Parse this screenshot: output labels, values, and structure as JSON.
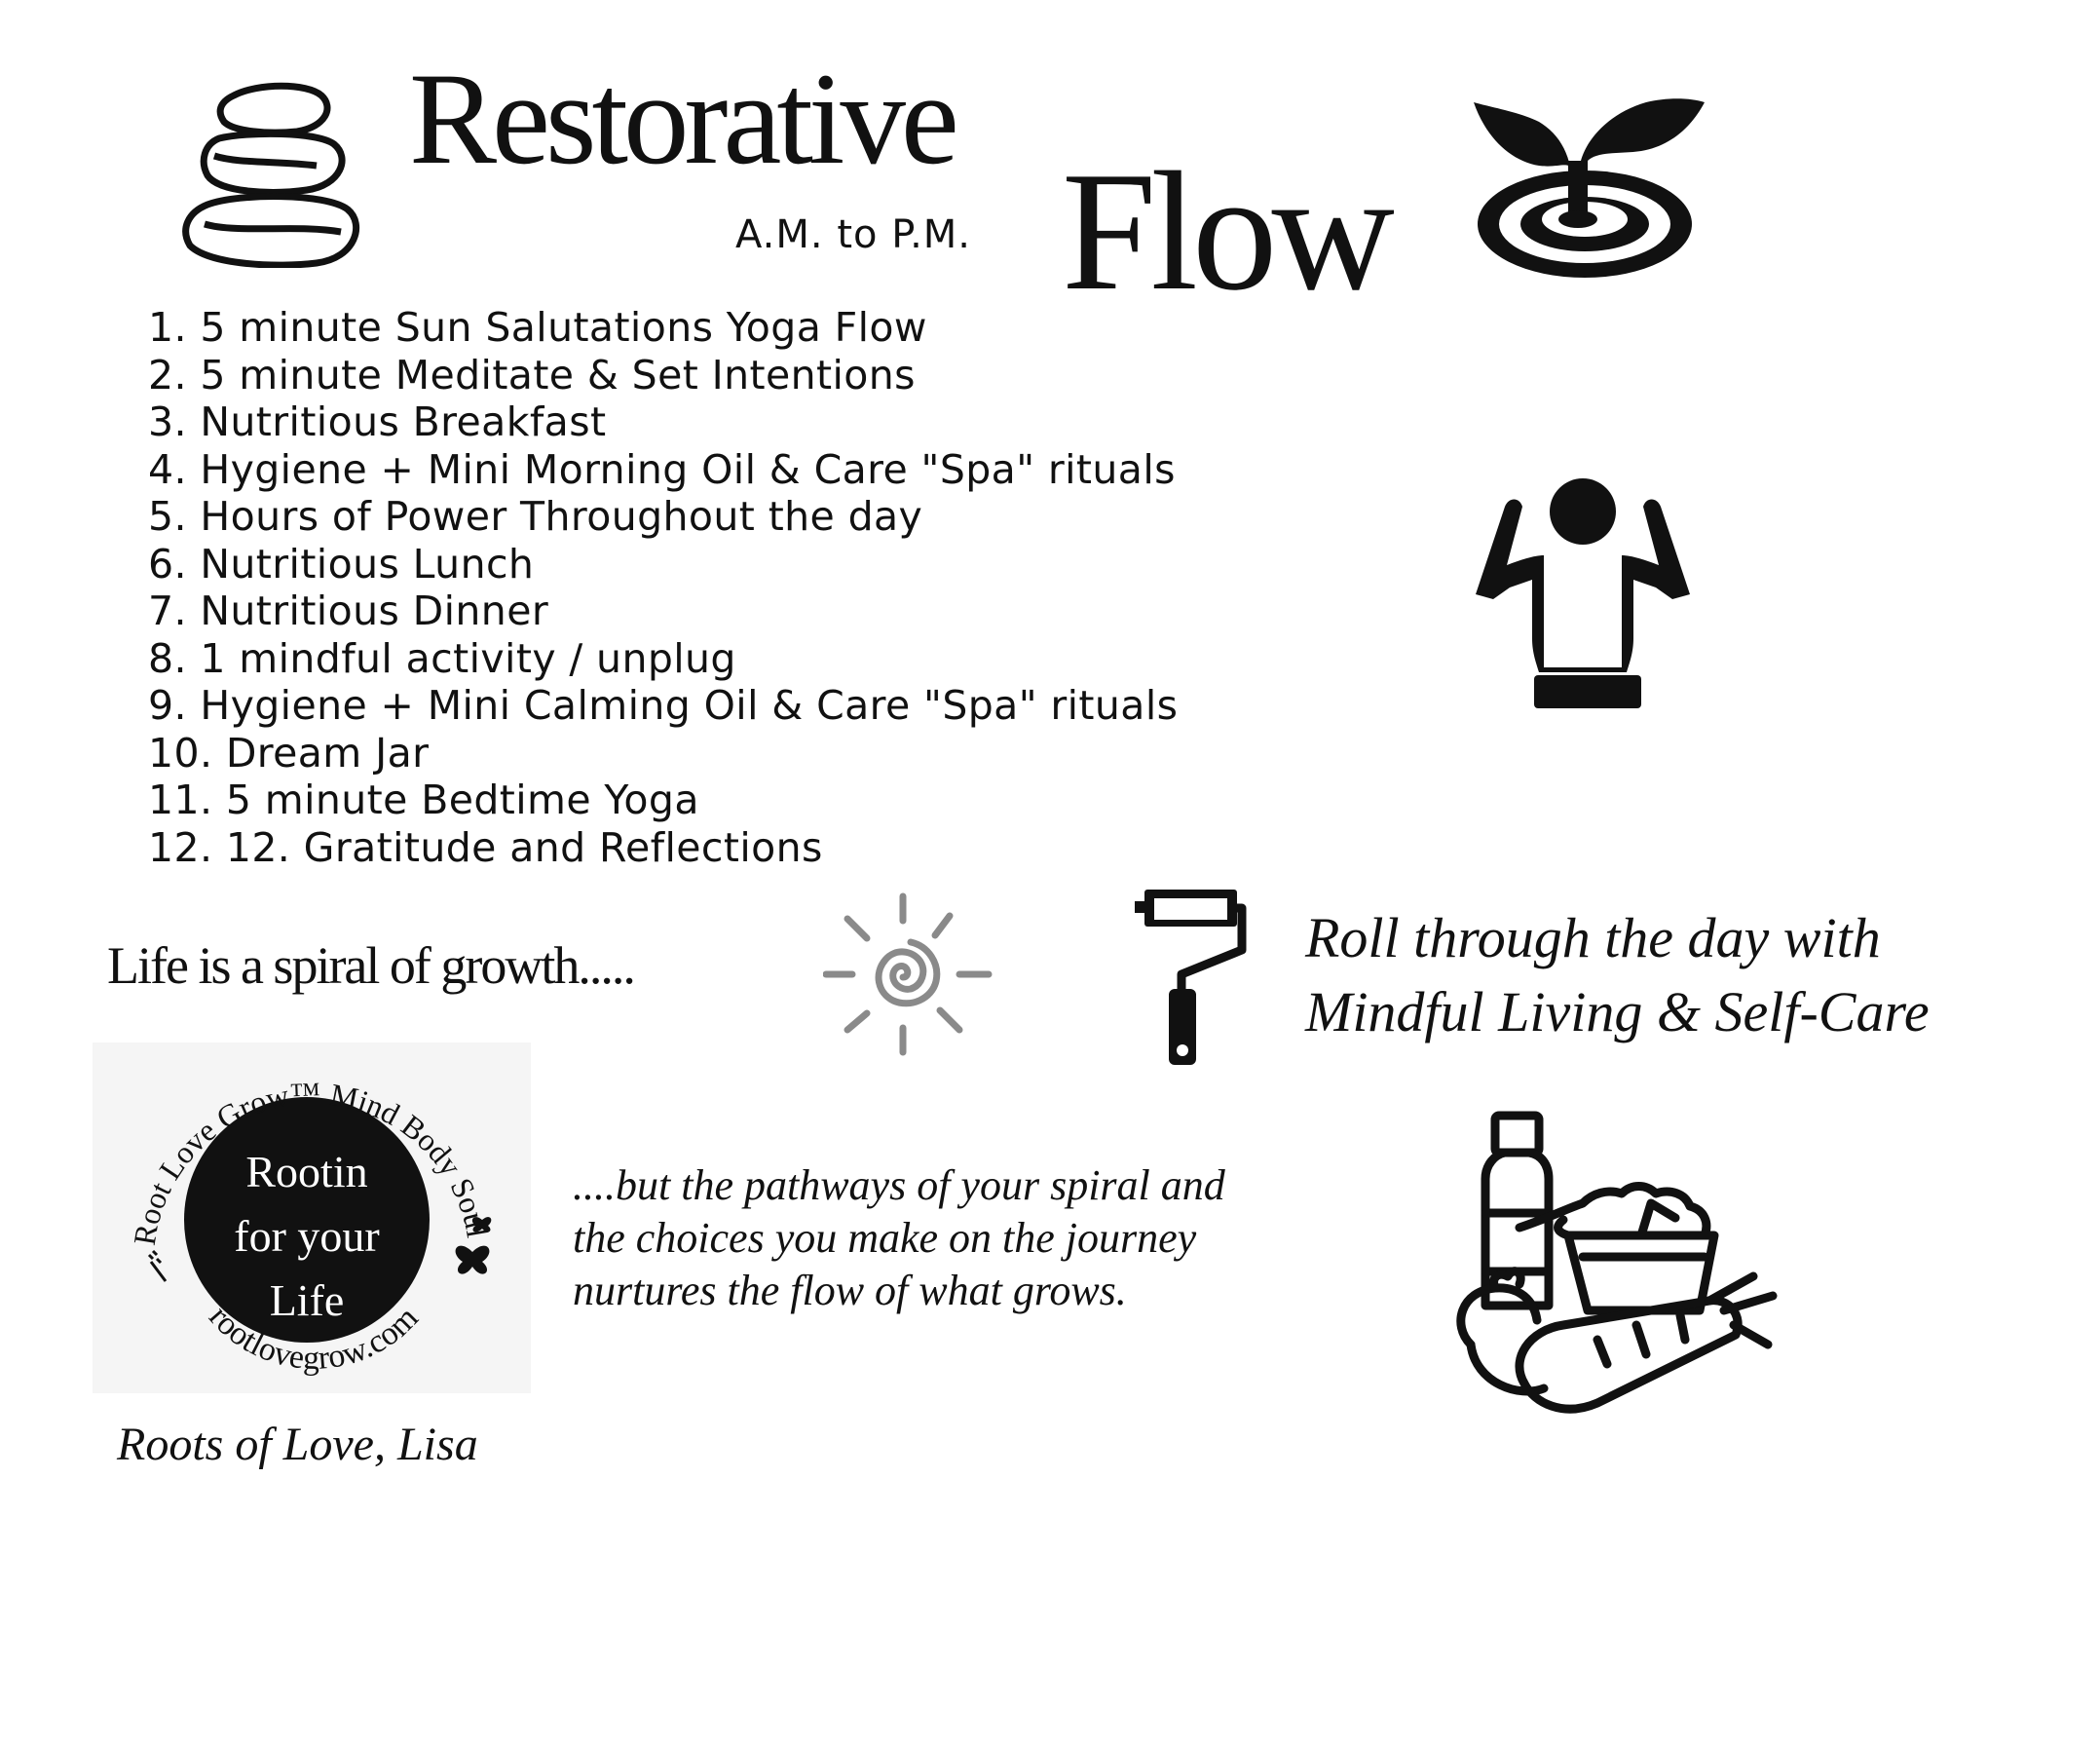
{
  "header": {
    "title_word1": "Restorative",
    "title_word2": "Flow",
    "subtitle": "A.M. to P.M."
  },
  "routine": [
    "1.  5 minute Sun Salutations Yoga Flow",
    "2. 5 minute Meditate & Set Intentions",
    "3. Nutritious Breakfast",
    "4. Hygiene + Mini Morning Oil & Care \"Spa\" rituals",
    "5. Hours of Power Throughout the day",
    "6. Nutritious Lunch",
    "7. Nutritious Dinner",
    "8. 1 mindful activity / unplug",
    "9. Hygiene + Mini Calming Oil & Care \"Spa\" rituals",
    "10. Dream Jar",
    "11. 5 minute Bedtime Yoga",
    "12. 12. Gratitude and Reflections"
  ],
  "quotes": {
    "spiral": "Life is a spiral of growth.....",
    "roll_line1": "Roll through the day with",
    "roll_line2": "Mindful Living & Self-Care",
    "pathways_line1": "....but the pathways of your spiral and",
    "pathways_line2": "the choices you make on the journey",
    "pathways_line3": "nurtures the flow of what grows."
  },
  "logo": {
    "inner_line1": "Rootin",
    "inner_line2": "for your",
    "inner_line3": "Life",
    "ring_top": "Root Love Grow™ Mind Body Soul",
    "ring_bottom": "rootlovegrow.com"
  },
  "signature": "Roots of Love, Lisa",
  "icons": [
    "stacked-stones-icon",
    "sprout-icon",
    "spa-massage-icon",
    "spiral-sun-icon",
    "paint-roller-icon",
    "groceries-icon",
    "butterfly-icon"
  ]
}
